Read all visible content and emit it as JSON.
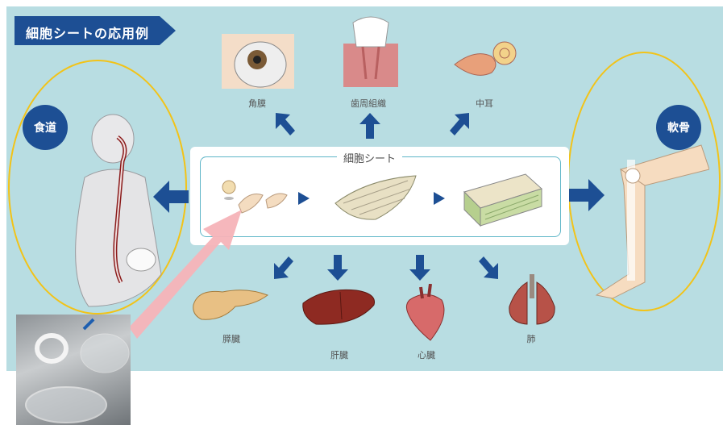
{
  "title": "細胞シートの応用例",
  "center": {
    "label": "細胞シート"
  },
  "circles": {
    "left": "食道",
    "right": "軟骨"
  },
  "organs_top": [
    "角膜",
    "歯周組織",
    "中耳"
  ],
  "organs_bottom": [
    "膵臓",
    "肝臓",
    "心臓",
    "肺"
  ],
  "colors": {
    "background": "#b8dde2",
    "accent_blue": "#1d4f94",
    "ring_yellow": "#f2c318",
    "pink_arrow": "#f6b3b8"
  }
}
